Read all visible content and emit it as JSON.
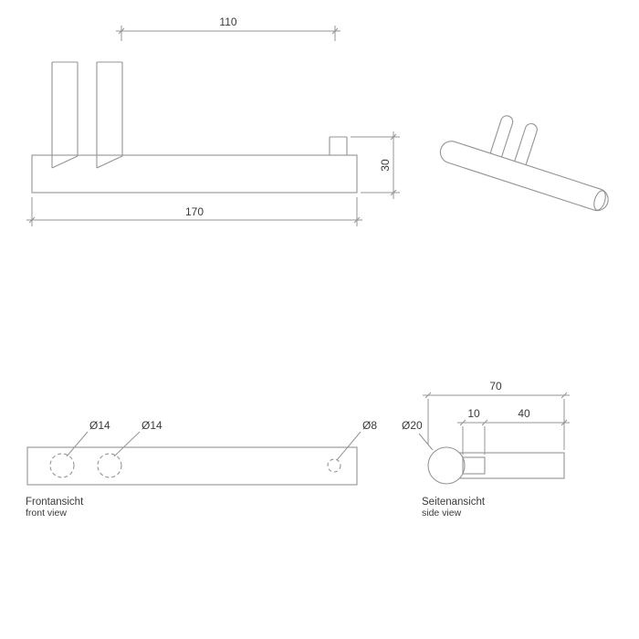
{
  "colors": {
    "line": "#949494",
    "text": "#3a3a3a",
    "background": "#ffffff"
  },
  "views": {
    "profile": {
      "dim_top": "110",
      "dim_length": "170",
      "dim_height": "30"
    },
    "front": {
      "title_de": "Frontansicht",
      "title_en": "front view",
      "dim_hole_left": "Ø14",
      "dim_hole_mid": "Ø14",
      "dim_hole_right": "Ø8"
    },
    "side": {
      "title_de": "Seitenansicht",
      "title_en": "side view",
      "dim_depth": "70",
      "dim_offset": "10",
      "dim_length": "40",
      "dim_diameter": "Ø20"
    }
  }
}
